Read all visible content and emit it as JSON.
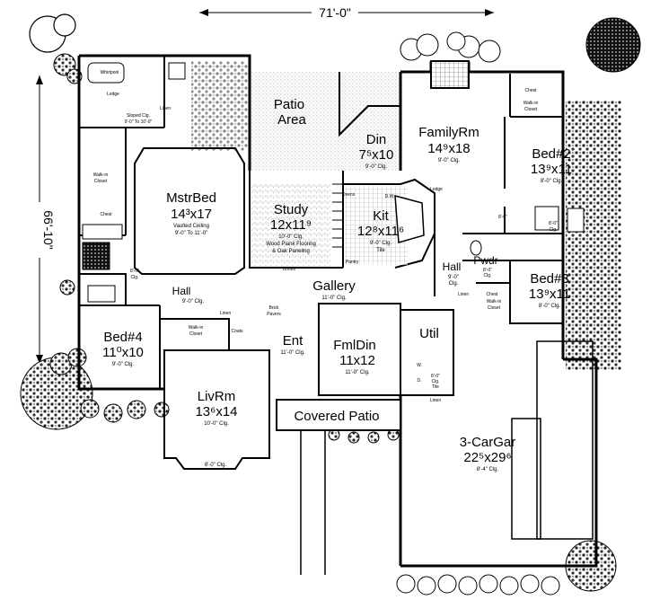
{
  "dimensions": {
    "width": "71'-0\"",
    "depth": "66'-10\""
  },
  "rooms": {
    "patio": {
      "name1": "Patio",
      "name2": "Area"
    },
    "family": {
      "name": "FamilyRm",
      "size": "14⁹x18",
      "ceiling": "9'-0\" Clg."
    },
    "din": {
      "name": "Din",
      "size": "7⁵x10",
      "ceiling": "9'-0\" Clg."
    },
    "master": {
      "name": "MstrBed",
      "size": "14³x17",
      "ceiling1": "Vaulted Ceiling",
      "ceiling2": "9'-0\" To 11'-0\""
    },
    "study": {
      "name": "Study",
      "size": "12x11⁹",
      "ceiling": "10'-0\" Clg.",
      "note1": "Wood Plank Flooring",
      "note2": "& Oak Paneling"
    },
    "kit": {
      "name": "Kit",
      "size": "12⁸x11⁶",
      "ceiling": "9'-0\" Clg.",
      "floor": "Tile"
    },
    "bed2": {
      "name": "Bed#2",
      "size": "13⁹x11",
      "ceiling": "8'-0\" Clg."
    },
    "bed3": {
      "name": "Bed#3",
      "size": "13⁹x11",
      "ceiling": "8'-0\" Clg."
    },
    "bed4": {
      "name": "Bed#4",
      "size": "11⁰x10",
      "ceiling": "9'-0\" Clg."
    },
    "gallery": {
      "name": "Gallery",
      "ceiling": "11'-0\" Clg."
    },
    "hall_left": {
      "name": "Hall",
      "ceiling": "9'-0\" Clg."
    },
    "hall_right": {
      "name": "Hall",
      "ceiling1": "9'-0\"",
      "ceiling2": "Clg."
    },
    "ent": {
      "name": "Ent",
      "ceiling": "11'-0\" Clg."
    },
    "fmldin": {
      "name": "FmlDin",
      "size": "11x12",
      "ceiling": "11'-0\" Clg."
    },
    "livrm": {
      "name": "LivRm",
      "size": "13⁶x14",
      "ceiling": "10'-0\" Clg.",
      "bay_ceiling": "8'-0\" Clg."
    },
    "garage": {
      "name": "3-CarGar",
      "size": "22⁵x29⁶",
      "ceiling": "8'-4\" Clg."
    },
    "covered": {
      "name": "Covered Patio"
    },
    "util": {
      "name": "Util",
      "ceiling1": "8'-0\"",
      "ceiling2": "Clg.",
      "floor": "Tile"
    },
    "pwdr": {
      "name": "Pwdr",
      "ceiling1": "8'-0\"",
      "ceiling2": "Clg."
    }
  },
  "labels": {
    "whirlpool": "Whirlpool",
    "linen": "Linen",
    "ledge": "Ledge",
    "sloped1": "Sloped Clg.",
    "sloped2": "9'-0\" To 10'-0\"",
    "walkin1": "Walk-in",
    "walkin2": "Closet",
    "chest": "Chest",
    "ovens": "Ovens",
    "dw": "D.W.",
    "pantry": "Pantry",
    "books": "Books",
    "brick1": "Brick",
    "brick2": "Pavers",
    "coats": "Coats",
    "bath_clg1": "8'-0\"",
    "bath_clg2": "Clg.",
    "wd_w": "W.",
    "wd_d": "D."
  }
}
